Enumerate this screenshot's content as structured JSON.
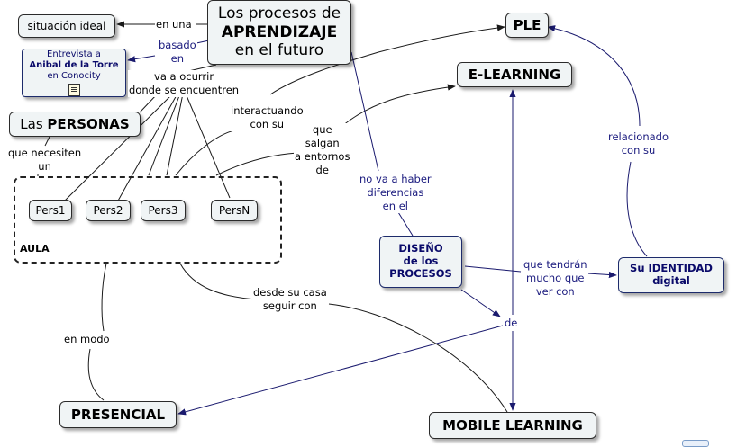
{
  "nodes": {
    "main_line1": "Los procesos de",
    "main_line2": "APRENDIZAJE",
    "main_line3": "en el futuro",
    "situacion": "situación ideal",
    "entrevista_line1": "Entrevista a",
    "entrevista_line2": "Anibal de la Torre",
    "entrevista_line3": "en Conocity",
    "personas_prefix": "Las ",
    "personas_bold": "PERSONAS",
    "pers1": "Pers1",
    "pers2": "Pers2",
    "pers3": "Pers3",
    "persn": "PersN",
    "aula": "AULA",
    "ple": "PLE",
    "elearning": "E-LEARNING",
    "diseno_line1": "DISEÑO",
    "diseno_line2": "de los",
    "diseno_line3": "PROCESOS",
    "identidad_line1": "Su IDENTIDAD",
    "identidad_line2": "digital",
    "presencial": "PRESENCIAL",
    "mobile": "MOBILE LEARNING"
  },
  "links": {
    "en_una": "en una",
    "basado_en_1": "basado",
    "basado_en_2": "en",
    "va_a_ocurrir_1": "va a ocurrir",
    "va_a_ocurrir_2": "donde se encuentren",
    "que_necesiten_1": "que necesiten",
    "que_necesiten_2": "un",
    "interactuando_1": "interactuando",
    "interactuando_2": "con su",
    "que_salgan_1": "que",
    "que_salgan_2": "salgan",
    "que_salgan_3": "a entornos",
    "que_salgan_4": "de",
    "no_va_1": "no va a haber",
    "no_va_2": "diferencias",
    "no_va_3": "en el",
    "relacionado_1": "relacionado",
    "relacionado_2": "con su",
    "que_tendran_1": "que tendrán",
    "que_tendran_2": "mucho que",
    "que_tendran_3": "ver con",
    "de": "de",
    "desde_casa_1": "desde su casa",
    "desde_casa_2": "seguir con",
    "en_modo": "en modo"
  },
  "colors": {
    "node_bg": "#f0f4f5",
    "line_dark": "#1a1a1a",
    "line_blue": "#1a1a6e",
    "label_blue": "#1a1a7e"
  }
}
